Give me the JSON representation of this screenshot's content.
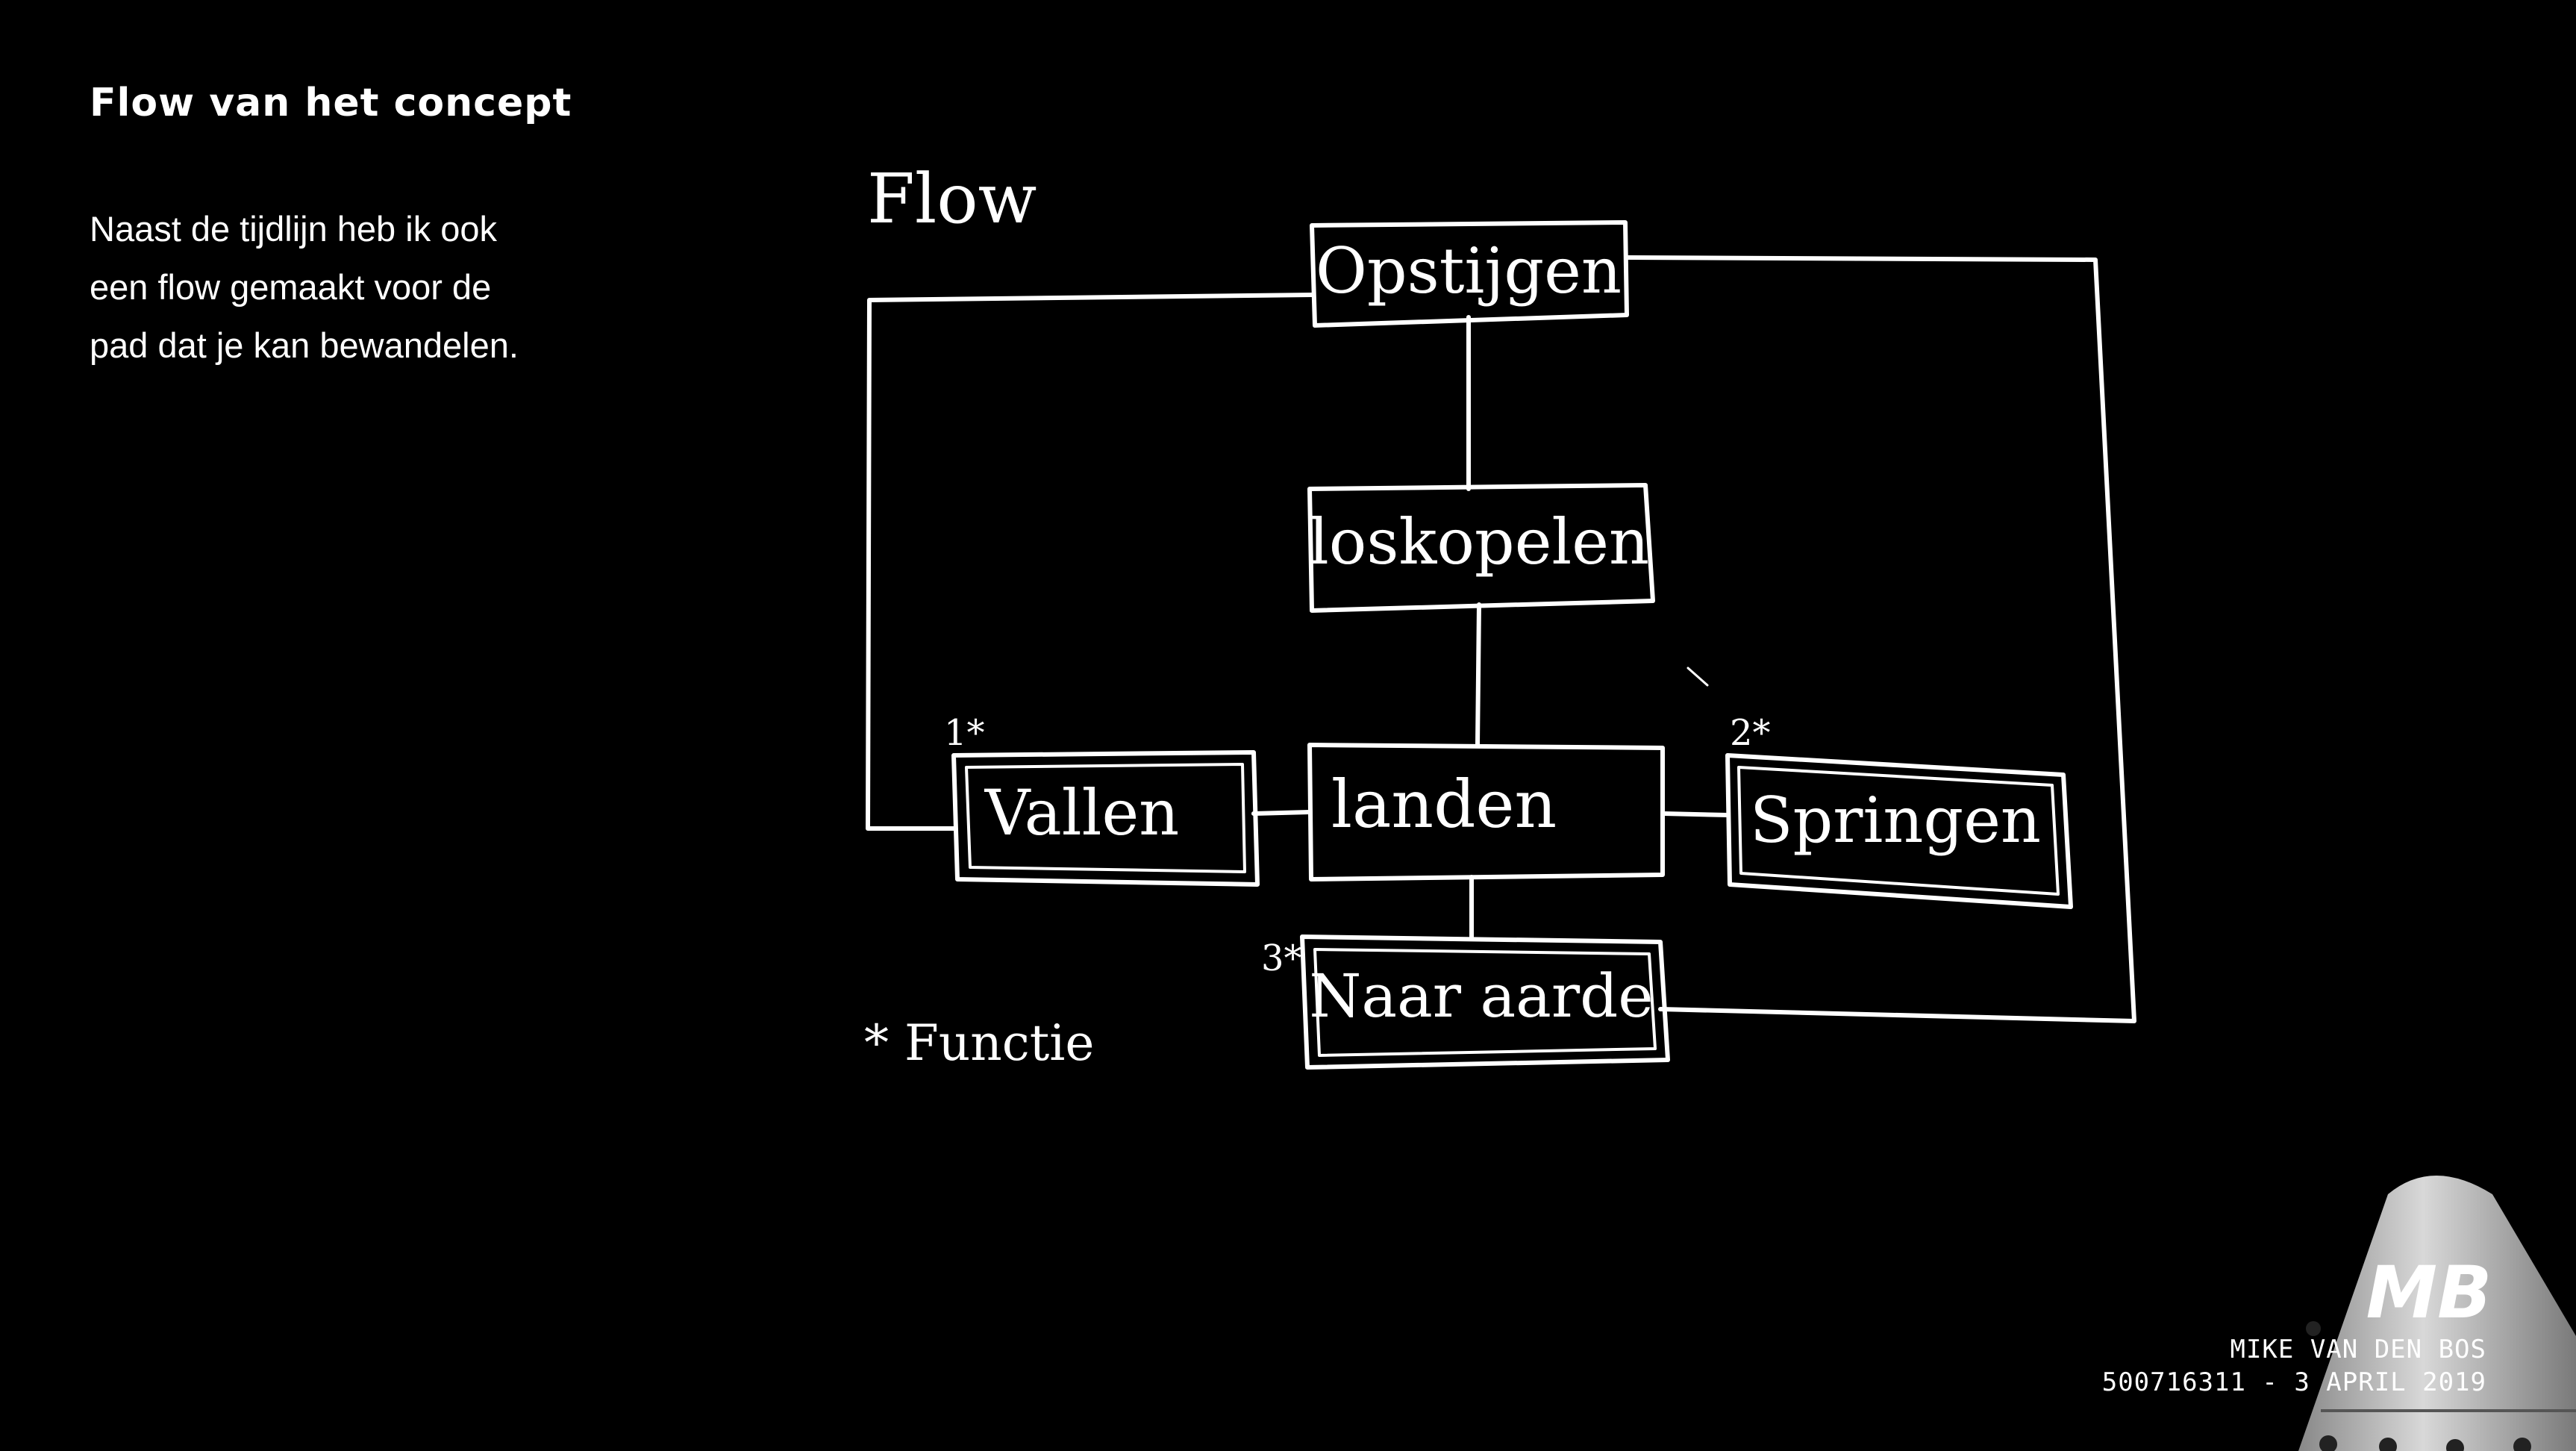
{
  "slide": {
    "title": "Flow van het concept",
    "body_lines": [
      "Naast de tijdlijn heb ik ook",
      "een flow gemaakt voor de",
      "pad dat je kan bewandelen."
    ]
  },
  "sketch": {
    "heading": "Flow",
    "nodes": {
      "opstijgen": "Opstijgen",
      "loskopelen": "loskopelen",
      "landen": "landen",
      "vallen": "Vallen",
      "springen": "Springen",
      "naar_aarde": "Naar aarde"
    },
    "markers": {
      "vallen": "1*",
      "springen": "2*",
      "naar_aarde": "3*"
    },
    "legend": "* Functie"
  },
  "footer": {
    "name": "MIKE VAN DEN BOS",
    "meta": "500716311 - 3 APRIL 2019"
  },
  "logo": {
    "text": "MB"
  },
  "colors": {
    "background": "#000000",
    "foreground": "#ffffff",
    "capsule": "#d0d0d0"
  }
}
